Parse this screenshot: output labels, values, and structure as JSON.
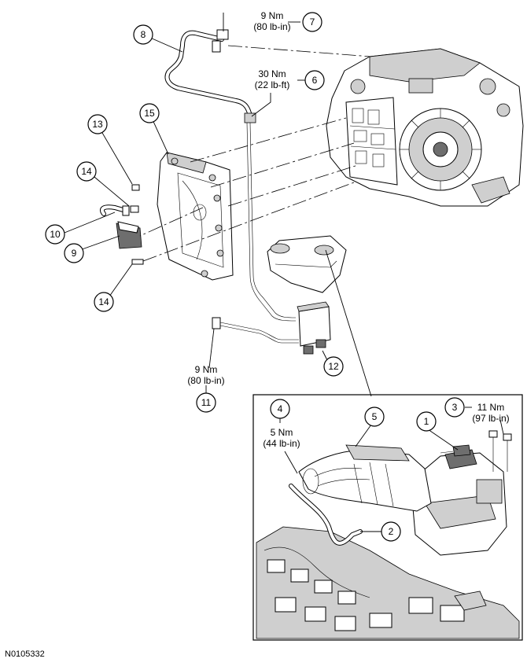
{
  "callouts": {
    "c1": "1",
    "c2": "2",
    "c3": "3",
    "c4": "4",
    "c5": "5",
    "c6": "6",
    "c7": "7",
    "c8": "8",
    "c9": "9",
    "c10": "10",
    "c11": "11",
    "c12": "12",
    "c13": "13",
    "c14a": "14",
    "c14b": "14",
    "c15": "15"
  },
  "torque": {
    "t7_nm": "9 Nm",
    "t7_imp": "(80 lb-in)",
    "t6_nm": "30 Nm",
    "t6_imp": "(22 lb-ft)",
    "t11_nm": "9 Nm",
    "t11_imp": "(80 lb-in)",
    "t4_nm": "5 Nm",
    "t4_imp": "(44 lb-in)",
    "t3_nm": "11 Nm",
    "t3_imp": "(97 lb-in)"
  },
  "figure_id": "N0105332"
}
